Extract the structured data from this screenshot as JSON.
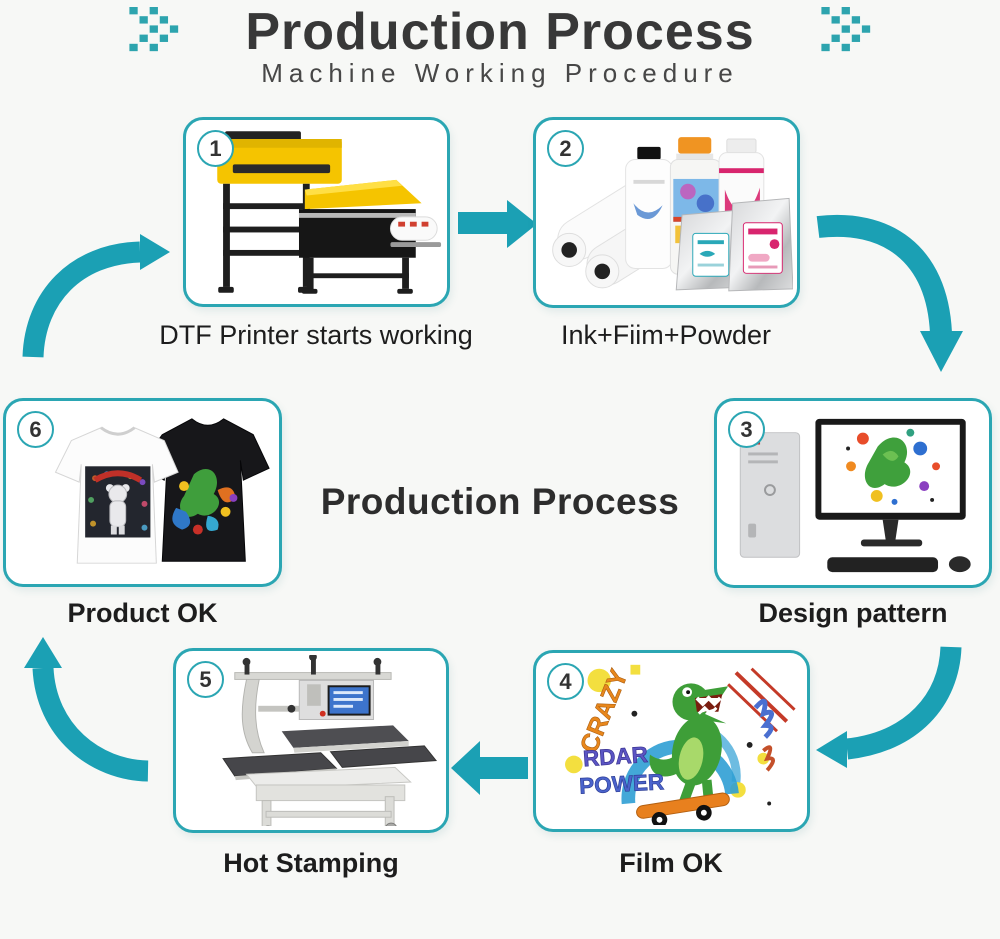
{
  "header": {
    "title": "Production Process",
    "subtitle": "Machine Working Procedure"
  },
  "center_label": "Production Process",
  "steps": [
    {
      "number": "1",
      "caption": "DTF Printer starts working"
    },
    {
      "number": "2",
      "caption": "Ink+Fiim+Powder"
    },
    {
      "number": "3",
      "caption": "Design pattern"
    },
    {
      "number": "4",
      "caption": "Film OK"
    },
    {
      "number": "5",
      "caption": "Hot Stamping"
    },
    {
      "number": "6",
      "caption": "Product OK"
    }
  ],
  "film_artwork": {
    "word_top": "CRAZY",
    "word_mid": "RDAR",
    "word_bottom": "POWER"
  },
  "colors": {
    "arrow_teal": "#1ba0b4",
    "box_border": "#2ba6b3",
    "background": "#f7f8f6",
    "title_text": "#383838",
    "caption_text": "#1d1d1d"
  }
}
